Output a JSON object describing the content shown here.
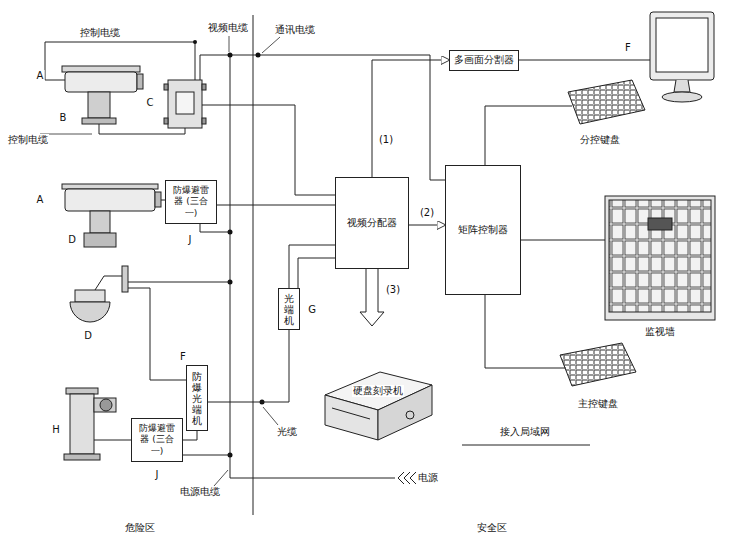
{
  "diagram": {
    "nodes": [
      {
        "text": [
          "多画面分割器"
        ]
      },
      {
        "text": [
          "视频分配器"
        ]
      },
      {
        "text": [
          "矩阵控制器"
        ]
      },
      {
        "text": [
          "光端机"
        ]
      },
      {
        "text": [
          "防爆避雷器 (三合一)"
        ]
      },
      {
        "text": [
          "防爆光端机"
        ]
      },
      {
        "text": [
          "防爆避雷器 (三合一)"
        ]
      }
    ],
    "edges": [
      {
        "from": 1,
        "to": 0,
        "arrow": "to",
        "label": "(1)"
      },
      {
        "from": 1,
        "to": 2,
        "arrow": "to",
        "label": "(2)"
      },
      {
        "from": 3,
        "to": 1,
        "arrow": "none"
      },
      {
        "from": 4,
        "to": 1,
        "arrow": "none"
      },
      {
        "from": 5,
        "to": 3,
        "arrow": "none"
      },
      {
        "from": 6,
        "to": 5,
        "arrow": "none"
      }
    ],
    "labels": [
      "控制电缆",
      "视频电缆",
      "通讯电缆",
      "A",
      "B",
      "C",
      "控制电缆",
      "A",
      "D",
      "J",
      "D",
      "F",
      "G",
      "H",
      "J",
      "光缆",
      "电源电缆",
      "电源",
      "危险区",
      "安全区",
      "F",
      "分控键盘",
      "监视墙",
      "主控键盘",
      "硬盘刻录机",
      "接入局域网",
      "(3)"
    ]
  }
}
